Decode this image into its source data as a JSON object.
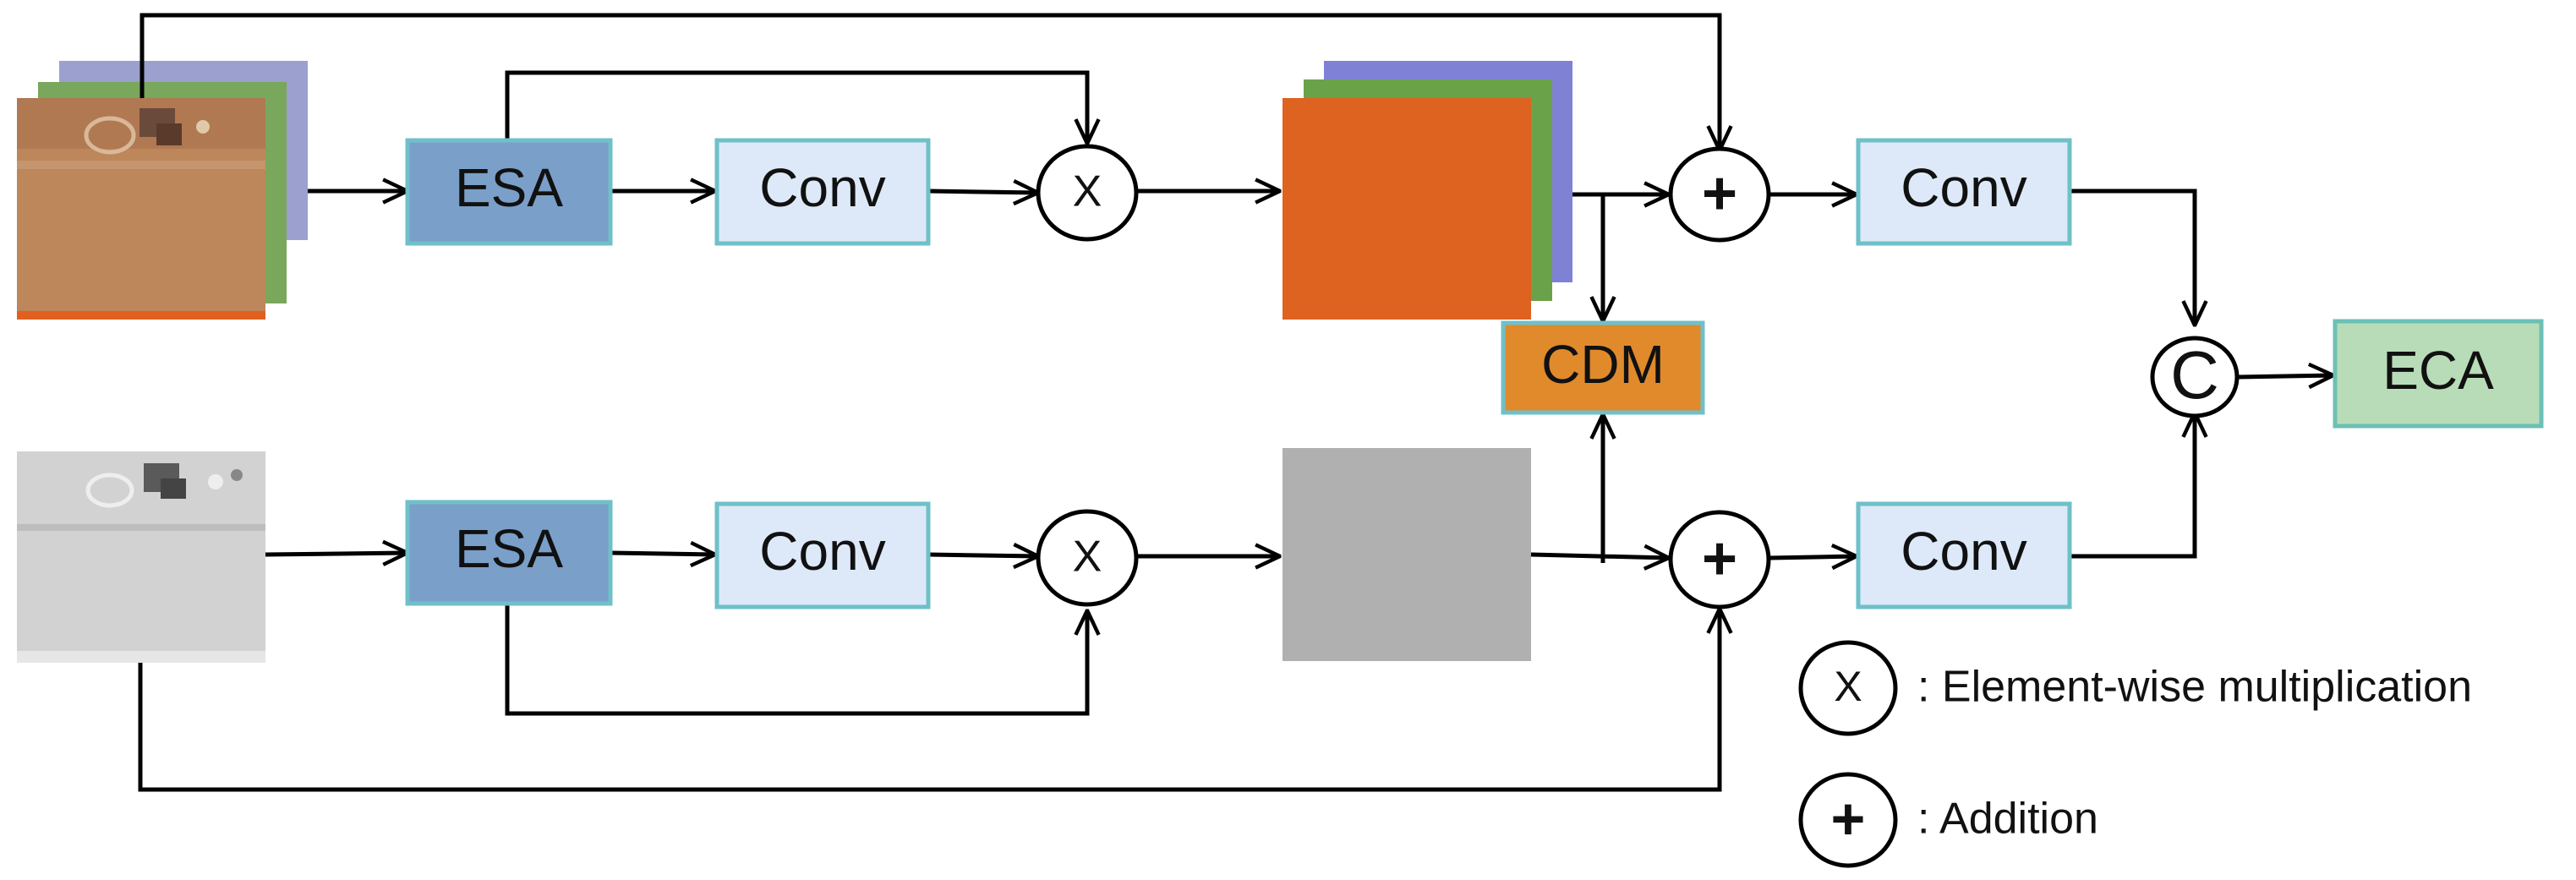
{
  "blocks": {
    "esa_top": "ESA",
    "esa_bottom": "ESA",
    "conv_top_1": "Conv",
    "conv_bottom_1": "Conv",
    "conv_top_2": "Conv",
    "conv_bottom_2": "Conv",
    "cdm": "CDM",
    "eca": "ECA"
  },
  "operators": {
    "multiply_symbol": "X",
    "add_symbol": "+",
    "concat_symbol": "C"
  },
  "legend": {
    "multiplication_label": ": Element-wise multiplication",
    "addition_label": ": Addition"
  },
  "colors": {
    "esa_fill": "#7a9fc8",
    "block_border": "#6fc0c8",
    "conv_fill": "#dde9f8",
    "cdm_fill": "#e08a2c",
    "eca_fill": "#b9dcb8",
    "eca_border": "#6cc0b6",
    "feature_orange": "#de6220",
    "feature_green": "#6aa24a",
    "feature_purple": "#7f82d4",
    "feature_gray": "#b0b0b0"
  },
  "icons": {
    "rgb_input": "rgb-image-stack-icon",
    "gray_input": "grayscale-image-icon"
  }
}
